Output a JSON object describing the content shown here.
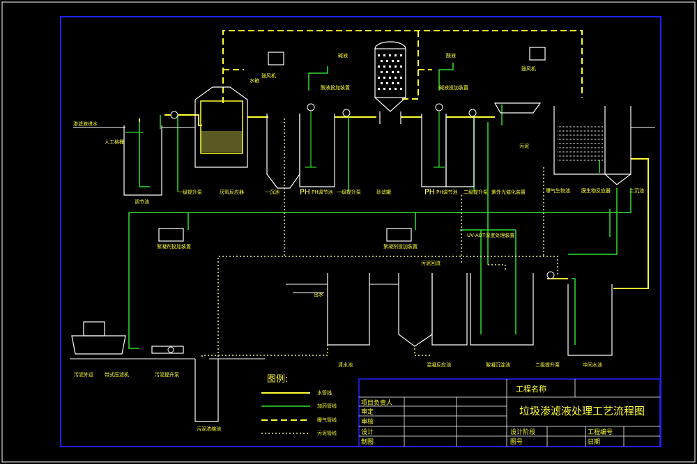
{
  "labels": {
    "inflow": "渗滤液进水",
    "manual_grid": "人工格栅",
    "regulating_tank": "调节池",
    "pump1": "一级提升泵",
    "anaerobic_reactor": "厌氧反应器",
    "primary_settling": "一沉池",
    "ph_regulating_tank": "PH调节池",
    "pump_lift": "一级提升泵",
    "sand_filter": "砂滤罐",
    "ph_tank2": "PH调节池",
    "pump2": "二级提升泵",
    "uv_dosing": "紫外光催化装置",
    "sludge_return": "污泥",
    "aeration_tank": "曝气生物池",
    "mbr": "膜生物反应器",
    "secondary_settling": "二沉池",
    "acid_device": "酸液投加装置",
    "alkali_device": "碱液投加装置",
    "alkali_tank": "碱液",
    "acid_tank": "酸液",
    "water_tank": "水箱",
    "blower1": "鼓风机",
    "blower2": "鼓风机",
    "dosing1": "絮凝剂投加装置",
    "dosing2": "絮凝剂投加装置",
    "uv_aot": "UV-AOT深度处理装置",
    "sludge_return_line": "污泥回流",
    "clear_pool": "清水池",
    "final_out": "出水",
    "coag_tank": "混凝反应池",
    "floc_tank": "絮凝沉淀池",
    "lift_pump2": "二级提升泵",
    "middle_tank": "中间水池",
    "sludge_outlet": "污泥外运",
    "filter_press": "带式压滤机",
    "sludge_pump": "污泥提升泵",
    "sludge_thickener": "污泥浓缩池",
    "ph1": "PH",
    "ph2": "PH"
  },
  "legend": {
    "title": "图例:",
    "items": [
      "水管线",
      "加药管线",
      "曝气管线",
      "污泥管线"
    ]
  },
  "title_block": {
    "project_name_label": "工程名称",
    "drawing_title": "垃圾渗滤液处理工艺流程图",
    "rows_left": [
      "项目负责人",
      "审定",
      "审核",
      "设计",
      "制图"
    ],
    "row_right_1": "设计阶段",
    "row_right_2": "图号",
    "row_right_3": "工程编号",
    "row_right_4": "日期"
  },
  "colors": {
    "background": "#000000",
    "frame": "#0000ff",
    "water_line": "#ffff33",
    "dosing_line": "#33ff33",
    "air_line": "#ffff33",
    "sludge_line": "#ffff99",
    "equipment": "#ffffff"
  }
}
